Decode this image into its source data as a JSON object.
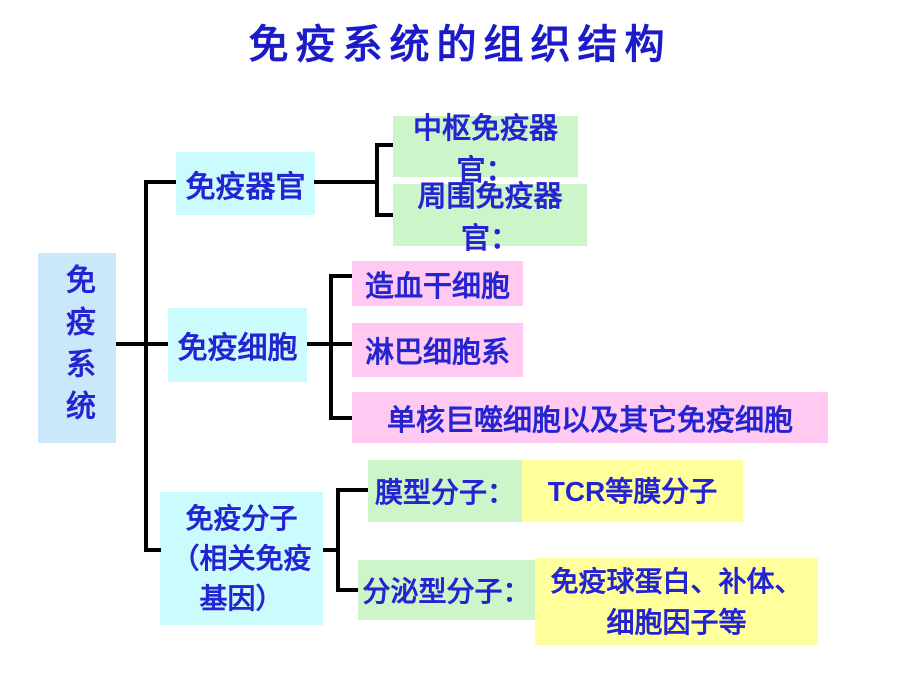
{
  "title": "免疫系统的组织结构",
  "colors": {
    "title_text": "#1B1BC8",
    "node_text": "#2424D0",
    "root_fill": "#CBE7FA",
    "branch_fill": "#CCFBFD",
    "green_fill": "#CDF5C9",
    "pink_fill": "#FFC9F2",
    "yellow_fill": "#FFFF9C",
    "line_color": "#000000"
  },
  "tree": {
    "root": {
      "label": "免疫系统"
    },
    "branches": [
      {
        "label": "免疫器官",
        "children": [
          {
            "label": "中枢免疫器官："
          },
          {
            "label": "周围免疫器官："
          }
        ]
      },
      {
        "label": "免疫细胞",
        "children": [
          {
            "label": "造血干细胞"
          },
          {
            "label": "淋巴细胞系"
          },
          {
            "label": "单核巨噬细胞以及其它免疫细胞"
          }
        ]
      },
      {
        "label": "免疫分子\n（相关免疫\n基因）",
        "children": [
          {
            "label": "膜型分子：",
            "value": "TCR等膜分子"
          },
          {
            "label": "分泌型分子：",
            "value": "免疫球蛋白、补体、\n细胞因子等"
          }
        ]
      }
    ]
  }
}
